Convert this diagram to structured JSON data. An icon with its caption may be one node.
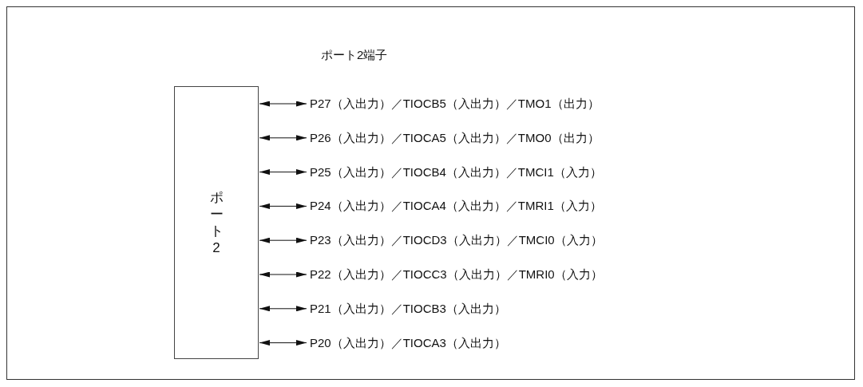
{
  "diagram": {
    "title": "ポート2端子",
    "nodes": [
      {
        "text": [
          "ポート2"
        ]
      },
      {
        "text": [
          "P27（入出力）／TIOCB5（入出力）／TMO1（出力）"
        ]
      },
      {
        "text": [
          "P26（入出力）／TIOCA5（入出力）／TMO0（出力）"
        ]
      },
      {
        "text": [
          "P25（入出力）／TIOCB4（入出力）／TMCI1（入力）"
        ]
      },
      {
        "text": [
          "P24（入出力）／TIOCA4（入出力）／TMRI1（入力）"
        ]
      },
      {
        "text": [
          "P23（入出力）／TIOCD3（入出力）／TMCI0（入力）"
        ]
      },
      {
        "text": [
          "P22（入出力）／TIOCC3（入出力）／TMRI0（入力）"
        ]
      },
      {
        "text": [
          "P21（入出力）／TIOCB3（入出力）"
        ]
      },
      {
        "text": [
          "P20（入出力）／TIOCA3（入出力）"
        ]
      }
    ],
    "edges": [
      {
        "from": 0,
        "to": 1,
        "arrow": "both"
      },
      {
        "from": 0,
        "to": 2,
        "arrow": "both"
      },
      {
        "from": 0,
        "to": 3,
        "arrow": "both"
      },
      {
        "from": 0,
        "to": 4,
        "arrow": "both"
      },
      {
        "from": 0,
        "to": 5,
        "arrow": "both"
      },
      {
        "from": 0,
        "to": 6,
        "arrow": "both"
      },
      {
        "from": 0,
        "to": 7,
        "arrow": "both"
      },
      {
        "from": 0,
        "to": 8,
        "arrow": "both"
      }
    ]
  }
}
